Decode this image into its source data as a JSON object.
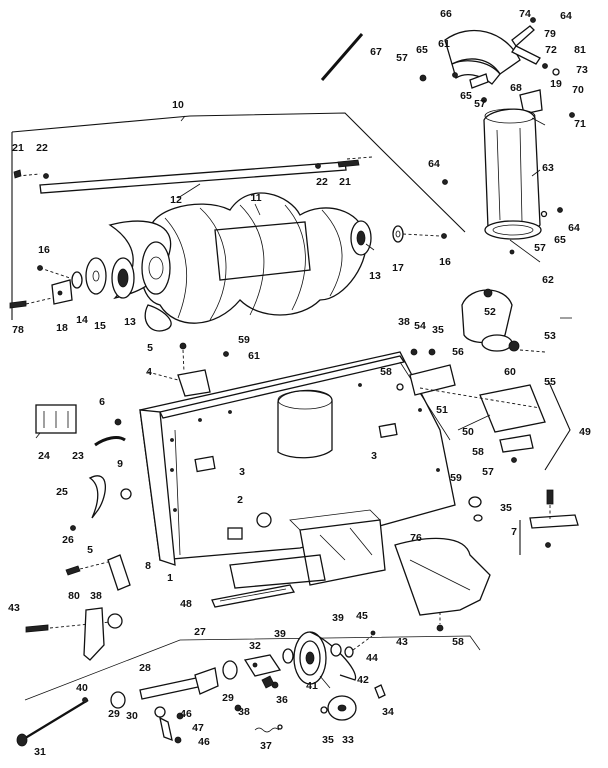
{
  "labels": [
    {
      "id": "10",
      "text": "10"
    },
    {
      "id": "21a",
      "text": "21"
    },
    {
      "id": "22a",
      "text": "22"
    },
    {
      "id": "12",
      "text": "12"
    },
    {
      "id": "11",
      "text": "11"
    },
    {
      "id": "22b",
      "text": "22"
    },
    {
      "id": "21b",
      "text": "21"
    },
    {
      "id": "16a",
      "text": "16"
    },
    {
      "id": "16b",
      "text": "16"
    },
    {
      "id": "13a",
      "text": "13"
    },
    {
      "id": "13b",
      "text": "13"
    },
    {
      "id": "17",
      "text": "17"
    },
    {
      "id": "14",
      "text": "14"
    },
    {
      "id": "15",
      "text": "15"
    },
    {
      "id": "18",
      "text": "18"
    },
    {
      "id": "78",
      "text": "78"
    },
    {
      "id": "66",
      "text": "66"
    },
    {
      "id": "74",
      "text": "74"
    },
    {
      "id": "64a",
      "text": "64"
    },
    {
      "id": "79",
      "text": "79"
    },
    {
      "id": "67",
      "text": "67"
    },
    {
      "id": "61a",
      "text": "61"
    },
    {
      "id": "65a",
      "text": "65"
    },
    {
      "id": "72",
      "text": "72"
    },
    {
      "id": "81",
      "text": "81"
    },
    {
      "id": "57a",
      "text": "57"
    },
    {
      "id": "73",
      "text": "73"
    },
    {
      "id": "68",
      "text": "68"
    },
    {
      "id": "65b",
      "text": "65"
    },
    {
      "id": "19",
      "text": "19"
    },
    {
      "id": "70",
      "text": "70"
    },
    {
      "id": "57b",
      "text": "57"
    },
    {
      "id": "71",
      "text": "71"
    },
    {
      "id": "63",
      "text": "63"
    },
    {
      "id": "64b",
      "text": "64"
    },
    {
      "id": "64c",
      "text": "64"
    },
    {
      "id": "65c",
      "text": "65"
    },
    {
      "id": "57c",
      "text": "57"
    },
    {
      "id": "62",
      "text": "62"
    },
    {
      "id": "5a",
      "text": "5"
    },
    {
      "id": "59a",
      "text": "59"
    },
    {
      "id": "61b",
      "text": "61"
    },
    {
      "id": "4",
      "text": "4"
    },
    {
      "id": "38a",
      "text": "38"
    },
    {
      "id": "54",
      "text": "54"
    },
    {
      "id": "35a",
      "text": "35"
    },
    {
      "id": "52",
      "text": "52"
    },
    {
      "id": "53",
      "text": "53"
    },
    {
      "id": "56",
      "text": "56"
    },
    {
      "id": "58a",
      "text": "58"
    },
    {
      "id": "60",
      "text": "60"
    },
    {
      "id": "55",
      "text": "55"
    },
    {
      "id": "51",
      "text": "51"
    },
    {
      "id": "6",
      "text": "6"
    },
    {
      "id": "50",
      "text": "50"
    },
    {
      "id": "49",
      "text": "49"
    },
    {
      "id": "24",
      "text": "24"
    },
    {
      "id": "23",
      "text": "23"
    },
    {
      "id": "3a",
      "text": "3"
    },
    {
      "id": "3b",
      "text": "3"
    },
    {
      "id": "58b",
      "text": "58"
    },
    {
      "id": "57d",
      "text": "57"
    },
    {
      "id": "9",
      "text": "9"
    },
    {
      "id": "25",
      "text": "25"
    },
    {
      "id": "59b",
      "text": "59"
    },
    {
      "id": "2",
      "text": "2"
    },
    {
      "id": "35b",
      "text": "35"
    },
    {
      "id": "7",
      "text": "7"
    },
    {
      "id": "26",
      "text": "26"
    },
    {
      "id": "76",
      "text": "76"
    },
    {
      "id": "5b",
      "text": "5"
    },
    {
      "id": "8",
      "text": "8"
    },
    {
      "id": "1",
      "text": "1"
    },
    {
      "id": "48",
      "text": "48"
    },
    {
      "id": "43a",
      "text": "43"
    },
    {
      "id": "80",
      "text": "80"
    },
    {
      "id": "38b",
      "text": "38"
    },
    {
      "id": "27",
      "text": "27"
    },
    {
      "id": "39a",
      "text": "39"
    },
    {
      "id": "45",
      "text": "45"
    },
    {
      "id": "43b",
      "text": "43"
    },
    {
      "id": "58c",
      "text": "58"
    },
    {
      "id": "32",
      "text": "32"
    },
    {
      "id": "39b",
      "text": "39"
    },
    {
      "id": "44",
      "text": "44"
    },
    {
      "id": "28",
      "text": "28"
    },
    {
      "id": "40",
      "text": "40"
    },
    {
      "id": "29a",
      "text": "29"
    },
    {
      "id": "36",
      "text": "36"
    },
    {
      "id": "41",
      "text": "41"
    },
    {
      "id": "42",
      "text": "42"
    },
    {
      "id": "29b",
      "text": "29"
    },
    {
      "id": "30",
      "text": "30"
    },
    {
      "id": "46a",
      "text": "46"
    },
    {
      "id": "47",
      "text": "47"
    },
    {
      "id": "38c",
      "text": "38"
    },
    {
      "id": "34",
      "text": "34"
    },
    {
      "id": "31",
      "text": "31"
    },
    {
      "id": "46b",
      "text": "46"
    },
    {
      "id": "37",
      "text": "37"
    },
    {
      "id": "35c",
      "text": "35"
    },
    {
      "id": "33",
      "text": "33"
    }
  ]
}
